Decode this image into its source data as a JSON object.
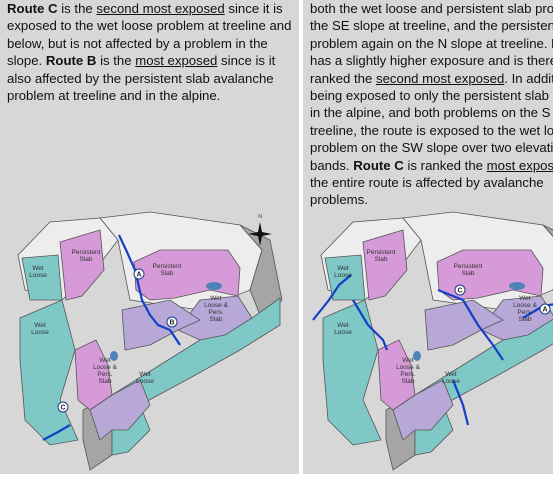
{
  "left_panel": {
    "paragraph": {
      "s1": "Route C",
      "s2": " is the ",
      "s3": "second most exposed",
      "s4": " since it is exposed to the wet loose problem at treeline and below, but is not affected by a problem in the slope. ",
      "s5": "Route B",
      "s6": " is the ",
      "s7": "most exposed",
      "s8": " since is it also affected by the persistent slab avalanche problem at treeline and in the alpine."
    },
    "map_labels": {
      "persistent_slab_upper": "Persistent\nSlab",
      "persistent_slab_right": "Persistent\nSlab",
      "wet_loose_upper": "Wet\nLoose",
      "wet_loose_pers_slab_right": "Wet\nLoose &\nPers.\nSlab",
      "wet_loose_left": "Wet\nLoose",
      "wet_loose_pers_slab_bottom": "Wet\nLoose &\nPers.\nSlab",
      "wet_loose_bottom": "Wet\nLoose",
      "north_marker": "N"
    },
    "route_markers": {
      "a": "A",
      "b": "B",
      "c": "C"
    }
  },
  "right_panel": {
    "lines": [
      [
        {
          "t": "both the wet loose and persistent slab prob"
        }
      ],
      [
        {
          "t": "the SE slope at treeline, and the persistent "
        }
      ],
      [
        {
          "t": "problem again on the N slope at treeline. "
        },
        {
          "t": "R",
          "b": true
        }
      ],
      [
        {
          "t": "has a slightly higher exposure and is theref"
        }
      ],
      [
        {
          "t": "ranked the "
        },
        {
          "t": "second most exposed",
          "u": true
        },
        {
          "t": ". In additi"
        }
      ],
      [
        {
          "t": "being exposed to only the persistent slab p"
        }
      ],
      [
        {
          "t": "in the alpine, and both problems on the S s"
        }
      ],
      [
        {
          "t": "treeline, the route is exposed to the wet loo"
        }
      ],
      [
        {
          "t": "problem on the SW slope over two elevatio"
        }
      ],
      [
        {
          "t": "bands. "
        },
        {
          "t": "Route C",
          "b": true
        },
        {
          "t": " is ranked the "
        },
        {
          "t": "most expose",
          "u": true
        }
      ],
      [
        {
          "t": "the entire route is affected by avalanche"
        }
      ],
      [
        {
          "t": "problems."
        }
      ]
    ],
    "map_labels": {
      "persistent_slab_upper": "Persistent\nSlab",
      "persistent_slab_right": "Persistent\nSlab",
      "wet_loose_upper": "Wet\nLoose",
      "wet_loose_pers_slab_right": "Wet\nLoose &\nPers.\nSlab",
      "wet_loose_left": "Wet\nLoose",
      "wet_loose_pers_slab_bottom": "Wet\nLoose &\nPers.\nSlab",
      "wet_loose_bottom": "Wet\nLoose"
    },
    "route_markers": {
      "a": "A",
      "c": "C"
    }
  },
  "colors": {
    "panel_bg": "#d7d7d7",
    "wet_loose": "#7fc8c6",
    "persistent_slab": "#d79ad8",
    "mixed": "#b7a8d8",
    "snow": "#ededed",
    "rock": "#a5a5a5",
    "route": "#1440c8"
  }
}
